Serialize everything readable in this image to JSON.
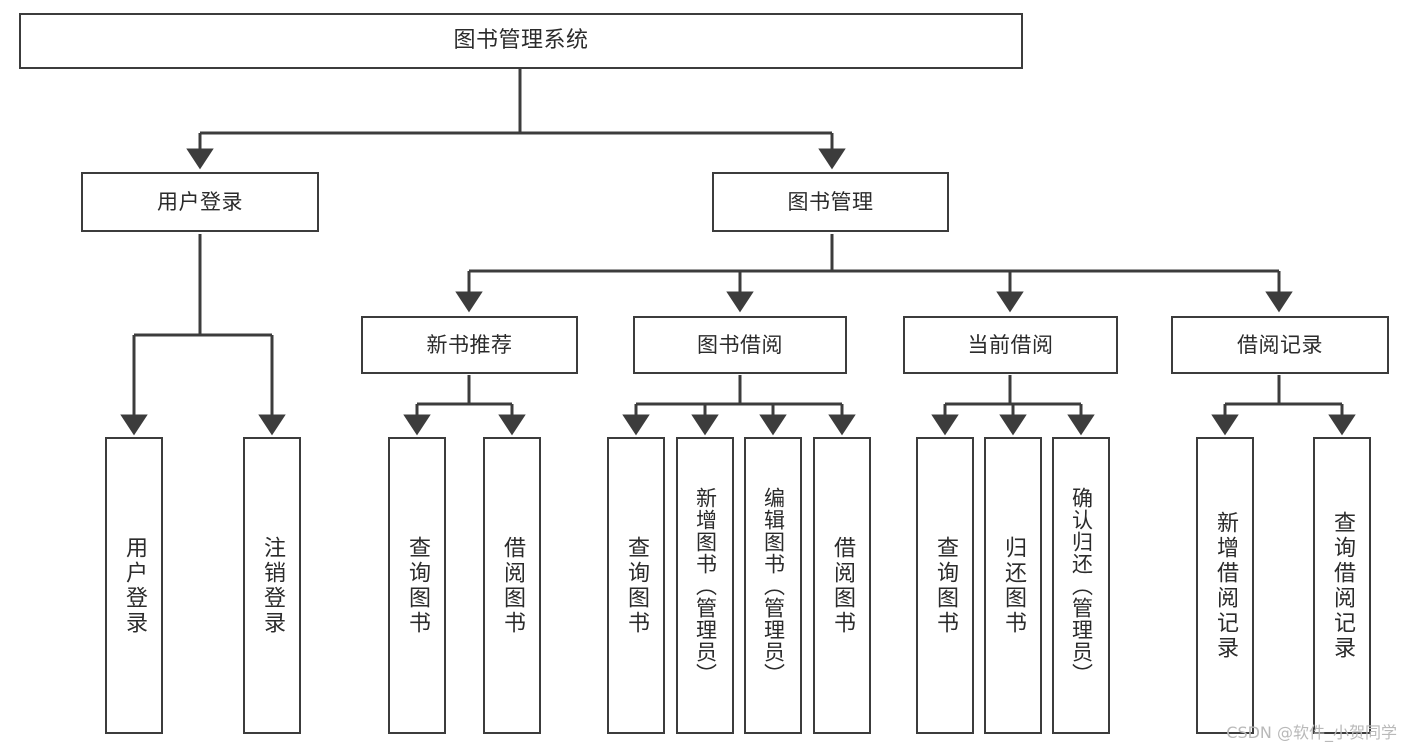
{
  "diagram": {
    "kind": "功能结构图",
    "root": {
      "label": "图书管理系统"
    },
    "level2": [
      {
        "label": "用户登录"
      },
      {
        "label": "图书管理"
      }
    ],
    "level3": [
      {
        "label": "新书推荐"
      },
      {
        "label": "图书借阅"
      },
      {
        "label": "当前借阅"
      },
      {
        "label": "借阅记录"
      }
    ],
    "leaves": {
      "user_login": [
        {
          "label": "用户登录"
        },
        {
          "label": "注销登录"
        }
      ],
      "new_book_recommend": [
        {
          "label": "查询图书"
        },
        {
          "label": "借阅图书"
        }
      ],
      "book_borrow": [
        {
          "label": "查询图书"
        },
        {
          "label": "新增图书（管理员）"
        },
        {
          "label": "编辑图书（管理员）"
        },
        {
          "label": "借阅图书"
        }
      ],
      "current_borrow": [
        {
          "label": "查询图书"
        },
        {
          "label": "归还图书"
        },
        {
          "label": "确认归还（管理员）"
        }
      ],
      "borrow_record": [
        {
          "label": "新增借阅记录"
        },
        {
          "label": "查询借阅记录"
        }
      ]
    },
    "watermark": "CSDN @软件_小贺同学",
    "colors": {
      "stroke": "#3c3c3c",
      "text": "#2b2b2b",
      "background": "#ffffff",
      "watermark": "#b9b9b9"
    }
  }
}
